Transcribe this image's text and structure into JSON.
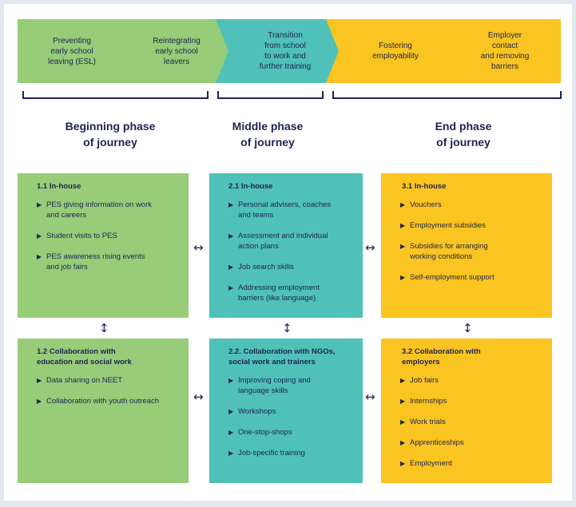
{
  "stages": [
    {
      "label": "Preventing\nearly school\nleaving (ESL)",
      "color": "#97cc78"
    },
    {
      "label": "Reintegrating\nearly school\nleavers",
      "color": "#97cc78"
    },
    {
      "label": "Transition\nfrom school\nto work and\nfurther training",
      "color": "#4fc1b9"
    },
    {
      "label": "Fostering\nemployability",
      "color": "#fac421"
    },
    {
      "label": "Employer\ncontact\nand removing\nbarriers",
      "color": "#fac421"
    }
  ],
  "phases": [
    {
      "label": "Beginning phase\nof journey"
    },
    {
      "label": "Middle phase\nof journey"
    },
    {
      "label": "End phase\nof journey"
    }
  ],
  "boxes": {
    "b11": {
      "title": "1.1 In-house",
      "items": [
        "PES giving information on work\nand careers",
        "Student visits to PES",
        "PES awareness rising events\nand job fairs"
      ]
    },
    "b12": {
      "title": "1.2 Collaboration with\neducation and social work",
      "items": [
        "Data sharing on NEET",
        "Collaboration with youth outreach"
      ]
    },
    "b21": {
      "title": "2.1 In-house",
      "items": [
        "Personal advisers, coaches\nand teams",
        "Assessment and individual\naction plans",
        "Job search skills",
        "Addressing employment\nbarriers (like language)"
      ]
    },
    "b22": {
      "title": "2.2. Collaboration with NGOs,\nsocial work and trainers",
      "items": [
        "Improving coping and\nlanguage skills",
        "Workshops",
        "One-stop-shops",
        "Job-specific training"
      ]
    },
    "b31": {
      "title": "3.1 In-house",
      "items": [
        "Vouchers",
        "Employment subsidies",
        "Subsidies for arranging\nworking conditions",
        "Self-employment support"
      ]
    },
    "b32": {
      "title": "3.2 Collaboration with\nemployers",
      "items": [
        "Job fairs",
        "Internships",
        "Work trials",
        "Apprenticeships",
        "Employment"
      ]
    }
  },
  "arrows": {
    "horizontal": "↔",
    "vertical": "↕"
  },
  "icons": {
    "bullet": "bullet-triangle-icon"
  },
  "colors": {
    "green": "#97cc78",
    "teal": "#4fc1b9",
    "yellow": "#fac421",
    "text": "#1f2350"
  }
}
